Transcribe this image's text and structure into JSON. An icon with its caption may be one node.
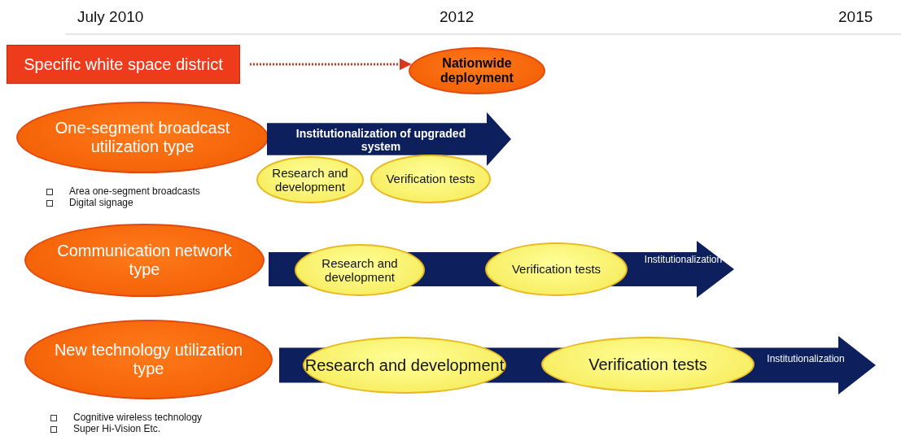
{
  "diagram": {
    "nodes": [
      {
        "text": [
          "Specific white space district"
        ]
      },
      {
        "text": [
          "Nationwide deployment"
        ]
      },
      {
        "text": [
          "One-segment broadcast utilization type"
        ],
        "beside": [
          "Area one-segment broadcasts",
          "Digital signage"
        ]
      },
      {
        "text": [
          "Institutionalization of upgraded system"
        ]
      },
      {
        "text": [
          "Research and development"
        ]
      },
      {
        "text": [
          "Verification tests"
        ]
      },
      {
        "text": [
          "Communication network type"
        ]
      },
      {
        "text": [
          "Institutionalization"
        ]
      },
      {
        "text": [
          "Research and development"
        ],
        "in": 7
      },
      {
        "text": [
          "Verification tests"
        ],
        "in": 7
      },
      {
        "text": [
          "New technology utilization type"
        ],
        "beside": [
          "Cognitive wireless technology",
          "Super Hi-Vision Etc."
        ]
      },
      {
        "text": [
          "Institutionalization"
        ]
      },
      {
        "text": [
          "Research and development"
        ],
        "in": 11
      },
      {
        "text": [
          "Verification tests"
        ],
        "in": 11
      }
    ],
    "edges": [
      {
        "from": 0,
        "to": 1,
        "arrow": "to",
        "style": "dashed",
        "color": "#d9381e"
      }
    ],
    "labels": [
      "July 2010",
      "2012",
      "2015"
    ]
  }
}
